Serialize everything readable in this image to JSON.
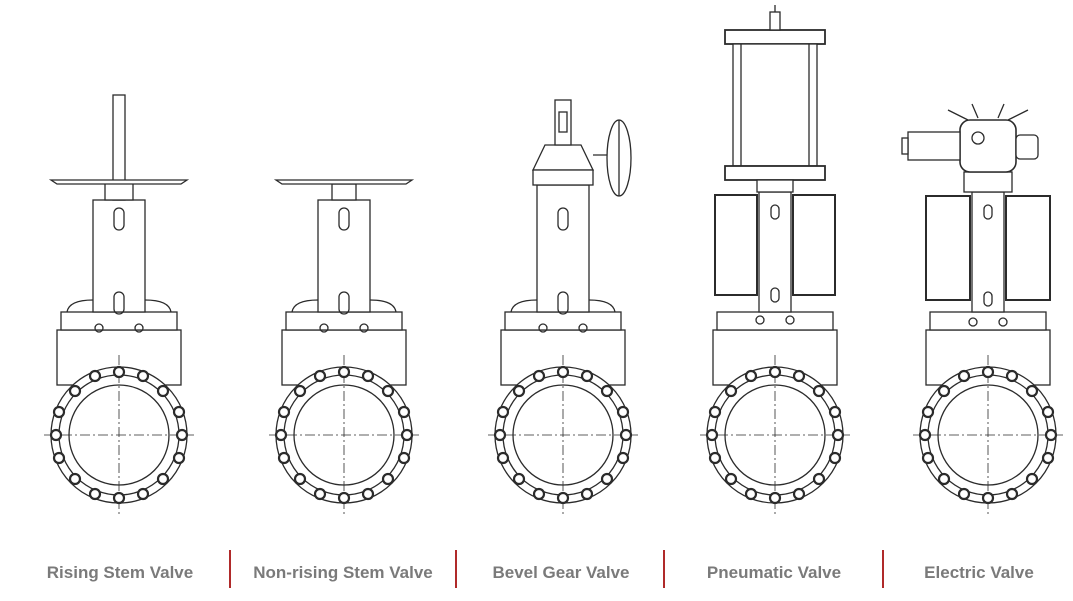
{
  "valves": [
    {
      "label": "Rising Stem Valve",
      "actuator": "rising-handwheel"
    },
    {
      "label": "Non-rising Stem Valve",
      "actuator": "handwheel"
    },
    {
      "label": "Bevel Gear Valve",
      "actuator": "bevel-gear"
    },
    {
      "label": "Pneumatic Valve",
      "actuator": "pneumatic"
    },
    {
      "label": "Electric Valve",
      "actuator": "electric"
    }
  ],
  "colors": {
    "line": "#2b2b2b",
    "caption": "#7a7a7a",
    "separator": "#b02a2a",
    "background": "#ffffff"
  }
}
